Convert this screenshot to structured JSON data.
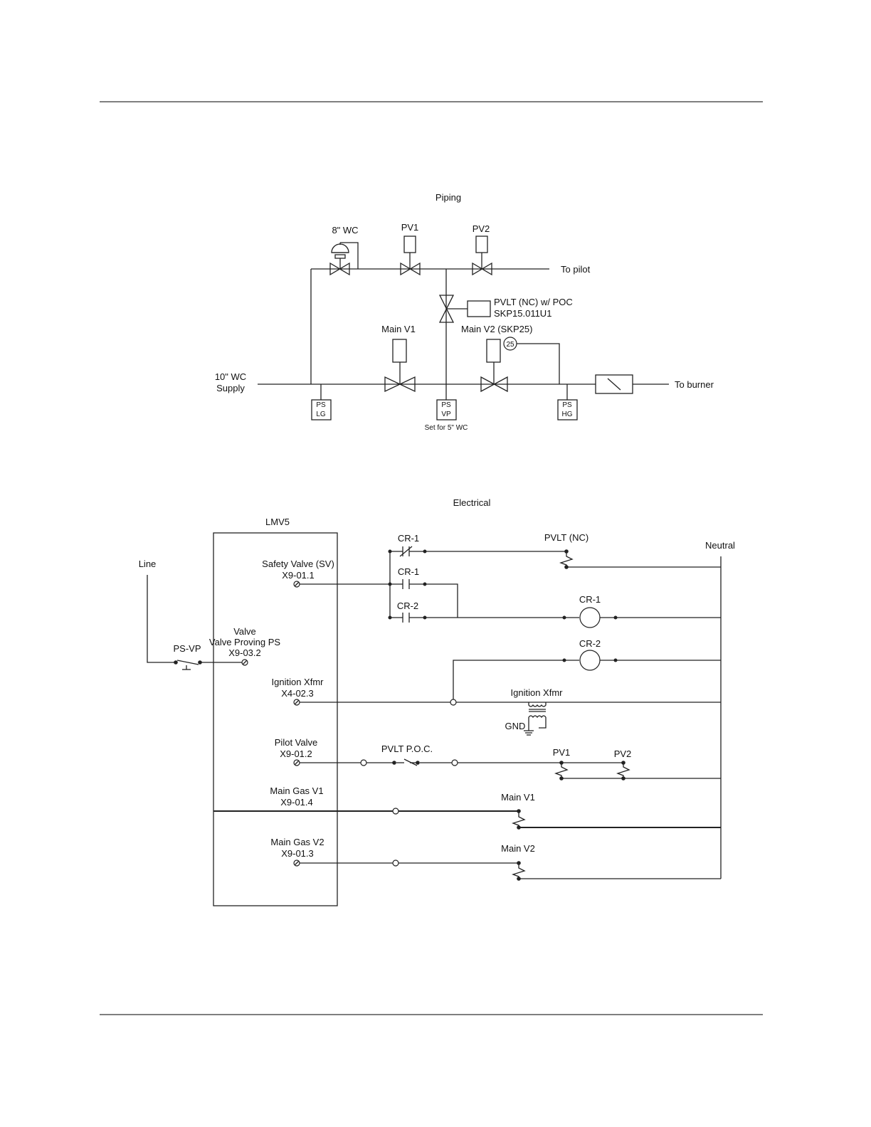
{
  "piping": {
    "title": "Piping",
    "regulator_label": "8\" WC",
    "pv1_label": "PV1",
    "pv2_label": "PV2",
    "to_pilot": "To pilot",
    "pvlt_line1": "PVLT (NC) w/ POC",
    "pvlt_line2": "SKP15.011U1",
    "main_v1": "Main V1",
    "main_v2": "Main V2 (SKP25)",
    "skp_marker": "25",
    "supply_line1": "10\" WC",
    "supply_line2": "Supply",
    "to_burner": "To burner",
    "ps_lg": [
      "PS",
      "LG"
    ],
    "ps_vp": [
      "PS",
      "VP"
    ],
    "ps_hg": [
      "PS",
      "HG"
    ],
    "vp_note": "Set for 5\" WC"
  },
  "electrical": {
    "title": "Electrical",
    "controller": "LMV5",
    "line": "Line",
    "neutral": "Neutral",
    "ps_vp": "PS-VP",
    "terminals": [
      {
        "name": "Safety Valve (SV)",
        "code": "X9-01.1"
      },
      {
        "name": "Valve Proving PS",
        "name_top": "Valve",
        "code": "X9-03.2"
      },
      {
        "name": "Ignition Xfmr",
        "code": "X4-02.3"
      },
      {
        "name": "Pilot Valve",
        "code": "X9-01.2"
      },
      {
        "name": "Main Gas V1",
        "code": "X9-01.4"
      },
      {
        "name": "Main Gas V2",
        "code": "X9-01.3"
      }
    ],
    "cr1_nc": "CR-1",
    "cr1_no": "CR-1",
    "cr2_no": "CR-2",
    "pvlt_nc": "PVLT (NC)",
    "cr1_coil": "CR-1",
    "cr2_coil": "CR-2",
    "ign_xfmr": "Ignition Xfmr",
    "gnd": "GND",
    "pvlt_poc": "PVLT P.O.C.",
    "pv1": "PV1",
    "pv2": "PV2",
    "main_v1": "Main V1",
    "main_v2": "Main V2"
  }
}
